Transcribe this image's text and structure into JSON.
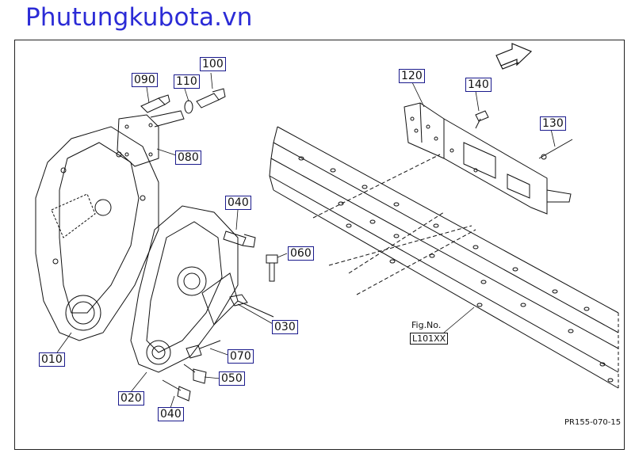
{
  "brand": "Phutungkubota.vn",
  "callouts": {
    "c100": "100",
    "c090": "090",
    "c110": "110",
    "c080": "080",
    "c120": "120",
    "c140": "140",
    "c130": "130",
    "c040a": "040",
    "c060": "060",
    "c030": "030",
    "c070": "070",
    "c050": "050",
    "c010": "010",
    "c020": "020",
    "c040b": "040"
  },
  "figref": {
    "line1": "Fig.No.",
    "line2": "L101XX"
  },
  "drawing_code": "PR155-070-15",
  "icons": {
    "direction": "direction-arrow-icon"
  }
}
